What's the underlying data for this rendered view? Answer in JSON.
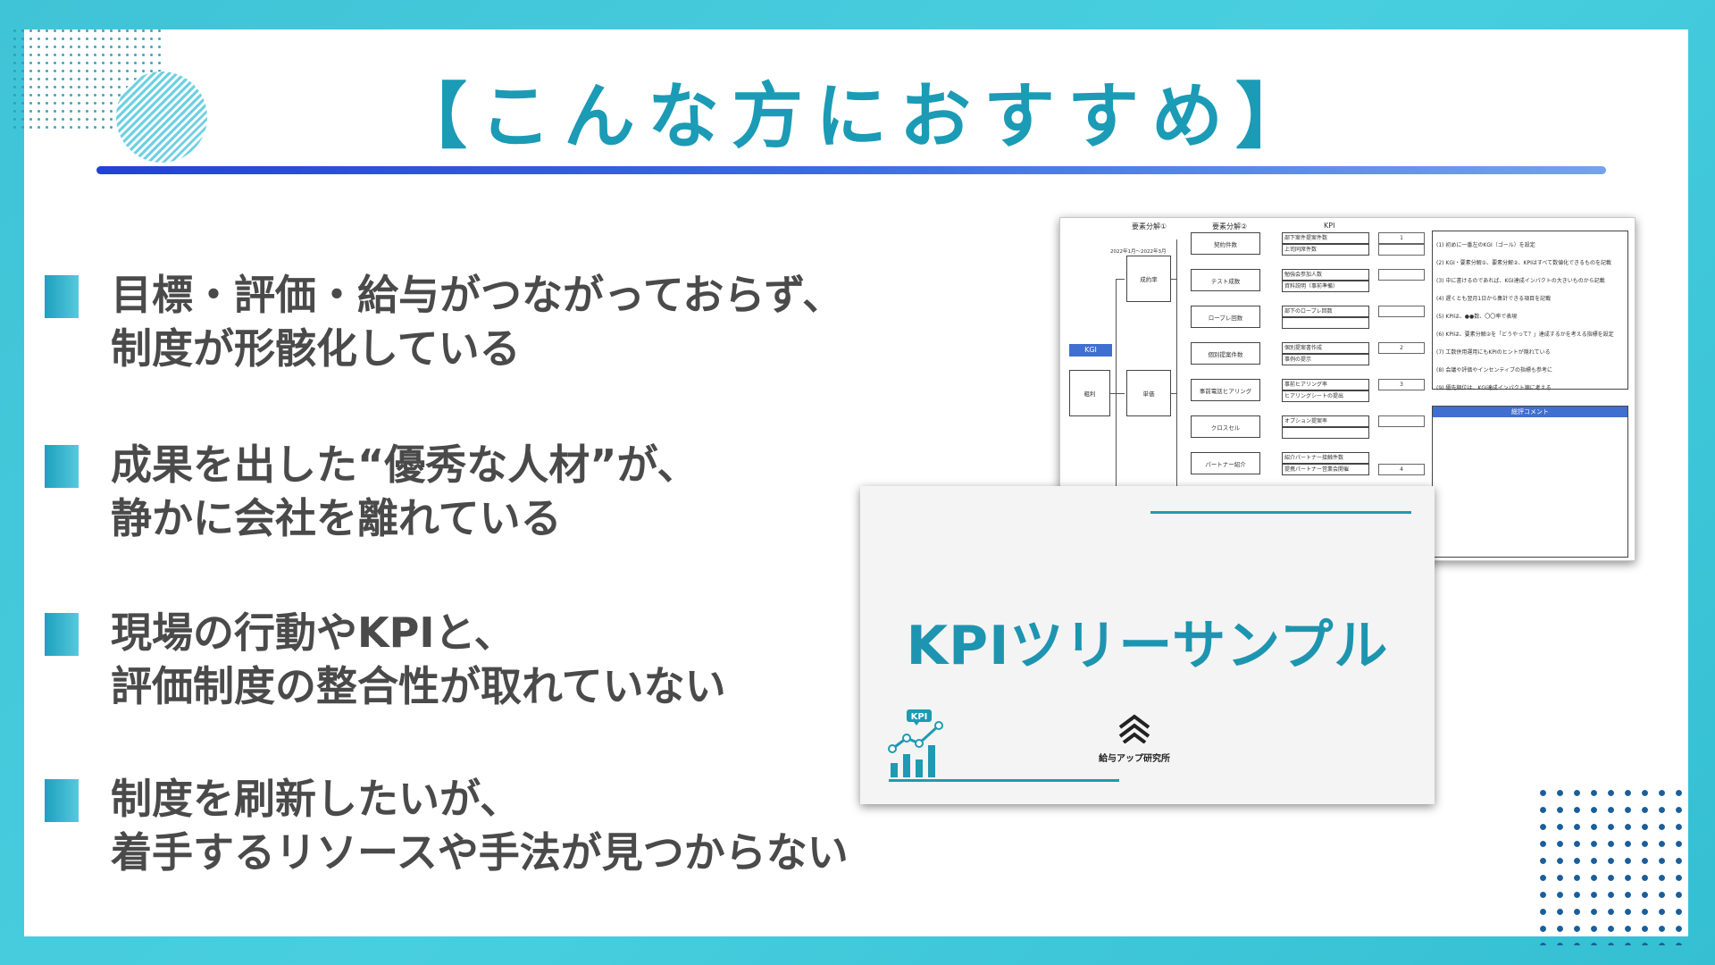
{
  "title": "【こんな方におすすめ】",
  "bullets": [
    {
      "line1": "目標・評価・給与がつながっておらず、",
      "line2": "制度が形骸化している"
    },
    {
      "line1": "成果を出した“優秀な人材”が、",
      "line2": "静かに会社を離れている"
    },
    {
      "line1": "現場の行動やKPIと、",
      "line2": "評価制度の整合性が取れていない"
    },
    {
      "line1": "制度を刷新したいが、",
      "line2": "着手するリソースや手法が見つからない"
    }
  ],
  "sheet": {
    "headers": [
      "要素分解①",
      "要素分解②",
      "KPI"
    ],
    "period": "2022年1月～2022年3月",
    "kgi_label": "KGI",
    "kgi_box": "粗利",
    "lv1": [
      "成約率",
      "単価"
    ],
    "lv2": [
      "契約件数",
      "テスト成数",
      "ロープレ回数",
      "個別提案件数",
      "事前電話ヒアリング",
      "クロスセル",
      "パートナー紹介"
    ],
    "kpis": [
      [
        "部下案件提案件数",
        "上司同席件数"
      ],
      [
        "勉強会参加人数",
        "資料説明（事前準備）"
      ],
      [
        "部下のロープレ回数",
        ""
      ],
      [
        "個別提案書作成",
        "事例の提示"
      ],
      [
        "事前ヒアリング率",
        "ヒアリングシートの提出"
      ],
      [
        "オプション提案率",
        ""
      ],
      [
        "紹介パートナー接触件数",
        "提携パートナー営業会開催"
      ]
    ],
    "nums": [
      "1",
      "",
      "",
      "2",
      "3",
      "",
      "4"
    ],
    "notes": [
      "(1) 初めに一番左のKGI（ゴール）を設定",
      "(2) KGI・要素分解①、要素分解②、KPIはすべて数値化できるものを記載",
      "(3) 中に書けるのであれば、KGI達成インパクトの大きいものから記載",
      "(4) 遅くとも翌月1日から集計できる項目を記載",
      "(5) KPIは、●●数、〇〇率で表現",
      "(6) KPIは、要素分解②を「どうやって？」達成するかを考える指標を設定",
      "(7) 工数併用運用にもKPIのヒントが隠れている",
      "(8) 会議や評価やインセンティブの指標も参考に",
      "(9) 優先順位は、KGI達成インパクト順に考える"
    ],
    "comment_header": "総評コメント"
  },
  "card": {
    "title": "KPIツリーサンプル",
    "icon_badge": "KPI",
    "logo_text": "給与アップ研究所"
  },
  "colors": {
    "background": "#3fc3d6",
    "title": "#1b9bb5",
    "rule_start": "#2241d6",
    "rule_end": "#74a2ee",
    "bullet_text": "#4a4a4a",
    "card_title": "#1d95b0"
  }
}
